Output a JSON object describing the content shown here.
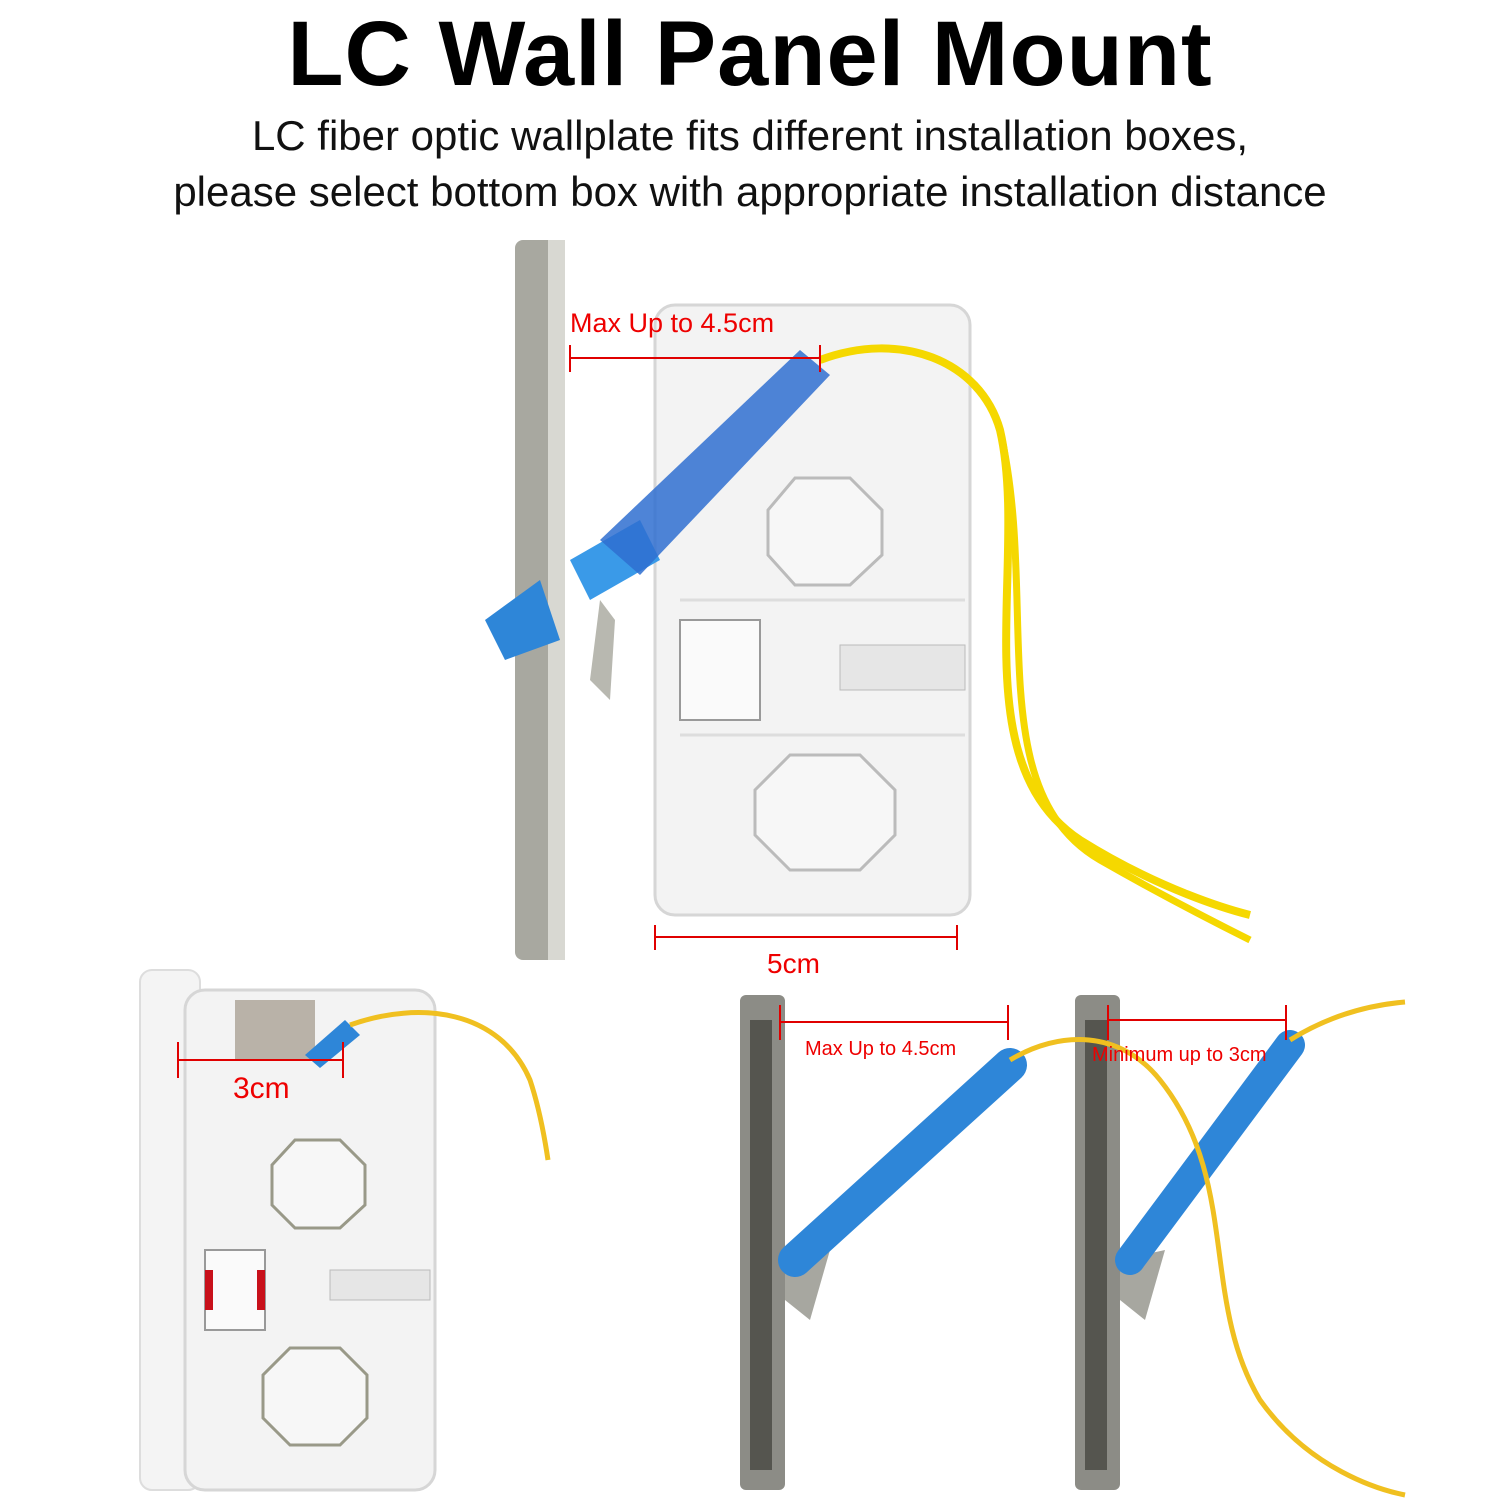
{
  "header": {
    "title": "LC Wall Panel Mount",
    "subtitle_line1": "LC fiber optic wallplate fits different installation boxes,",
    "subtitle_line2": "please select bottom box with appropriate installation distance"
  },
  "annotations": {
    "top_max": "Max Up to 4.5cm",
    "top_width": "5cm",
    "left_depth": "3cm",
    "right_max": "Max Up to 4.5cm",
    "right_min": "Minimum up to 3cm"
  },
  "colors": {
    "annotation": "#e00000",
    "fiber": "#f5d800",
    "connector": "#2f8fe0",
    "plate": "#9a9a92",
    "box": "#f2f2f2"
  }
}
